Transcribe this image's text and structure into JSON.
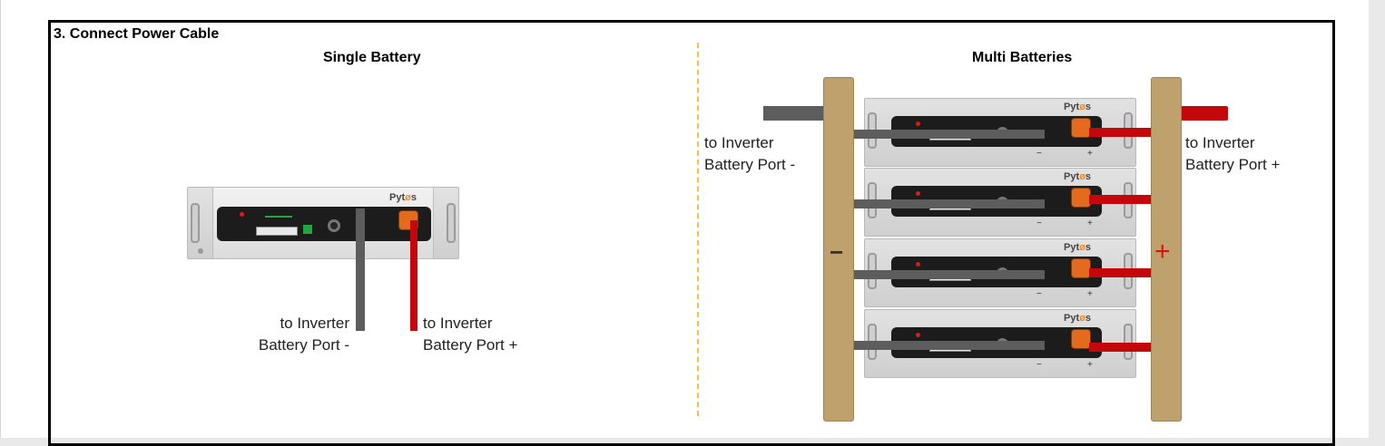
{
  "section": {
    "title": "3. Connect Power Cable"
  },
  "single": {
    "title": "Single Battery",
    "neg_label": [
      "to Inverter",
      "Battery Port -"
    ],
    "pos_label": [
      "to Inverter",
      "Battery Port +"
    ]
  },
  "multi": {
    "title": "Multi Batteries",
    "neg_label": [
      "to Inverter",
      "Battery Port -"
    ],
    "pos_label": [
      "to Inverter",
      "Battery Port +"
    ],
    "neg_symbol": "−",
    "pos_symbol": "+"
  },
  "battery": {
    "brand_prefix": "Pyt",
    "brand_accent": "ø",
    "brand_suffix": "s",
    "minus": "−",
    "plus": "+"
  },
  "colors": {
    "negative_cable": "#5d5d5d",
    "positive_cable": "#c4070a",
    "busbar": "#bfa16d",
    "divider": "#f0c14b"
  }
}
